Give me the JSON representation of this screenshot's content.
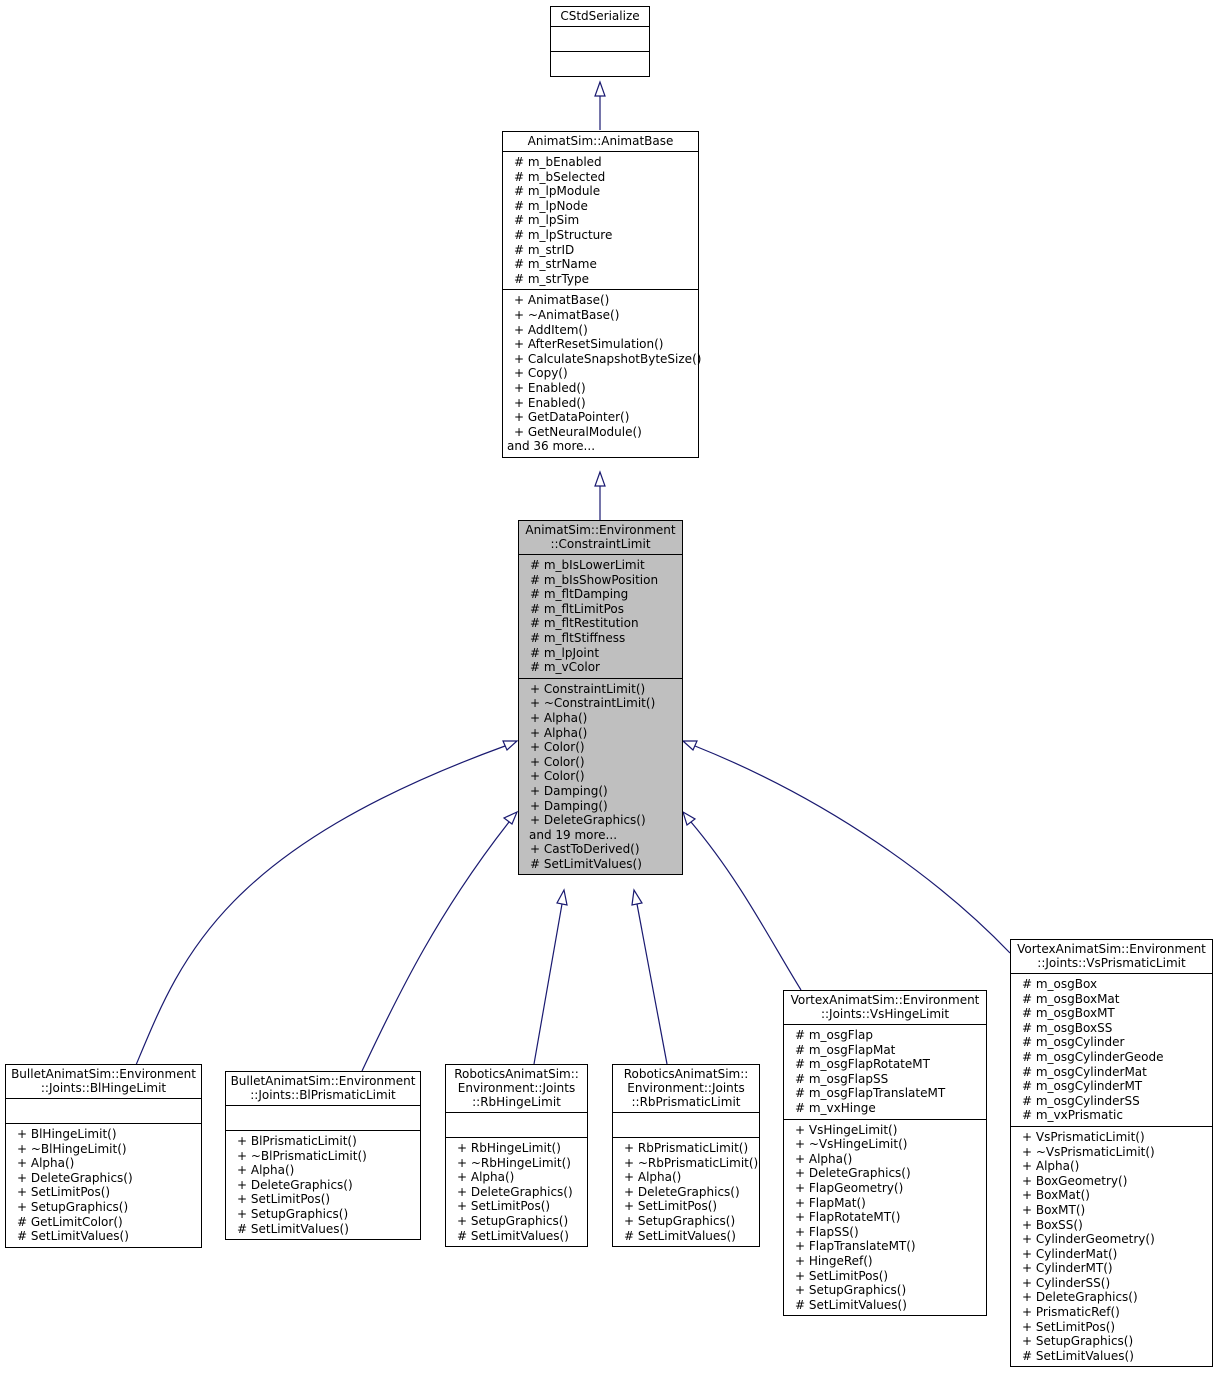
{
  "nodes": [
    {
      "id": "cstd",
      "title": [
        "CStdSerialize"
      ],
      "attributes": [],
      "operations": []
    },
    {
      "id": "animatbase",
      "title": [
        "AnimatSim::AnimatBase"
      ],
      "attributes": [
        "# m_bEnabled",
        "# m_bSelected",
        "# m_lpModule",
        "# m_lpNode",
        "# m_lpSim",
        "# m_lpStructure",
        "# m_strID",
        "# m_strName",
        "# m_strType"
      ],
      "operations": [
        "+ AnimatBase()",
        "+ ~AnimatBase()",
        "+ AddItem()",
        "+ AfterResetSimulation()",
        "+ CalculateSnapshotByteSize()",
        "+ Copy()",
        "+ Enabled()",
        "+ Enabled()",
        "+ GetDataPointer()",
        "+ GetNeuralModule()",
        "and 36 more..."
      ]
    },
    {
      "id": "constraintlimit",
      "title": [
        "AnimatSim::Environment",
        "::ConstraintLimit"
      ],
      "highlight": true,
      "attributes": [
        "# m_bIsLowerLimit",
        "# m_bIsShowPosition",
        "# m_fltDamping",
        "# m_fltLimitPos",
        "# m_fltRestitution",
        "# m_fltStiffness",
        "# m_lpJoint",
        "# m_vColor"
      ],
      "operations": [
        "+ ConstraintLimit()",
        "+ ~ConstraintLimit()",
        "+ Alpha()",
        "+ Alpha()",
        "+ Color()",
        "+ Color()",
        "+ Color()",
        "+ Damping()",
        "+ Damping()",
        "+ DeleteGraphics()",
        "and 19 more...",
        "+ CastToDerived()",
        "# SetLimitValues()"
      ]
    },
    {
      "id": "blhinge",
      "title": [
        "BulletAnimatSim::Environment",
        "::Joints::BlHingeLimit"
      ],
      "attributes": [],
      "operations": [
        "+ BlHingeLimit()",
        "+ ~BlHingeLimit()",
        "+ Alpha()",
        "+ DeleteGraphics()",
        "+ SetLimitPos()",
        "+ SetupGraphics()",
        "# GetLimitColor()",
        "# SetLimitValues()"
      ]
    },
    {
      "id": "blprismatic",
      "title": [
        "BulletAnimatSim::Environment",
        "::Joints::BlPrismaticLimit"
      ],
      "attributes": [],
      "operations": [
        "+ BlPrismaticLimit()",
        "+ ~BlPrismaticLimit()",
        "+ Alpha()",
        "+ DeleteGraphics()",
        "+ SetLimitPos()",
        "+ SetupGraphics()",
        "# SetLimitValues()"
      ]
    },
    {
      "id": "rbhinge",
      "title": [
        "RoboticsAnimatSim::",
        "Environment::Joints",
        "::RbHingeLimit"
      ],
      "attributes": [],
      "operations": [
        "+ RbHingeLimit()",
        "+ ~RbHingeLimit()",
        "+ Alpha()",
        "+ DeleteGraphics()",
        "+ SetLimitPos()",
        "+ SetupGraphics()",
        "# SetLimitValues()"
      ]
    },
    {
      "id": "rbprismatic",
      "title": [
        "RoboticsAnimatSim::",
        "Environment::Joints",
        "::RbPrismaticLimit"
      ],
      "attributes": [],
      "operations": [
        "+ RbPrismaticLimit()",
        "+ ~RbPrismaticLimit()",
        "+ Alpha()",
        "+ DeleteGraphics()",
        "+ SetLimitPos()",
        "+ SetupGraphics()",
        "# SetLimitValues()"
      ]
    },
    {
      "id": "vshinge",
      "title": [
        "VortexAnimatSim::Environment",
        "::Joints::VsHingeLimit"
      ],
      "attributes": [
        "# m_osgFlap",
        "# m_osgFlapMat",
        "# m_osgFlapRotateMT",
        "# m_osgFlapSS",
        "# m_osgFlapTranslateMT",
        "# m_vxHinge"
      ],
      "operations": [
        "+ VsHingeLimit()",
        "+ ~VsHingeLimit()",
        "+ Alpha()",
        "+ DeleteGraphics()",
        "+ FlapGeometry()",
        "+ FlapMat()",
        "+ FlapRotateMT()",
        "+ FlapSS()",
        "+ FlapTranslateMT()",
        "+ HingeRef()",
        "+ SetLimitPos()",
        "+ SetupGraphics()",
        "# SetLimitValues()"
      ]
    },
    {
      "id": "vsprismatic",
      "title": [
        "VortexAnimatSim::Environment",
        "::Joints::VsPrismaticLimit"
      ],
      "attributes": [
        "# m_osgBox",
        "# m_osgBoxMat",
        "# m_osgBoxMT",
        "# m_osgBoxSS",
        "# m_osgCylinder",
        "# m_osgCylinderGeode",
        "# m_osgCylinderMat",
        "# m_osgCylinderMT",
        "# m_osgCylinderSS",
        "# m_vxPrismatic"
      ],
      "operations": [
        "+ VsPrismaticLimit()",
        "+ ~VsPrismaticLimit()",
        "+ Alpha()",
        "+ BoxGeometry()",
        "+ BoxMat()",
        "+ BoxMT()",
        "+ BoxSS()",
        "+ CylinderGeometry()",
        "+ CylinderMat()",
        "+ CylinderMT()",
        "+ CylinderSS()",
        "+ DeleteGraphics()",
        "+ PrismaticRef()",
        "+ SetLimitPos()",
        "+ SetupGraphics()",
        "# SetLimitValues()"
      ]
    }
  ],
  "edges": [
    {
      "from": "animatbase",
      "to": "cstd"
    },
    {
      "from": "constraintlimit",
      "to": "animatbase"
    },
    {
      "from": "blhinge",
      "to": "constraintlimit"
    },
    {
      "from": "blprismatic",
      "to": "constraintlimit"
    },
    {
      "from": "rbhinge",
      "to": "constraintlimit"
    },
    {
      "from": "rbprismatic",
      "to": "constraintlimit"
    },
    {
      "from": "vshinge",
      "to": "constraintlimit"
    },
    {
      "from": "vsprismatic",
      "to": "constraintlimit"
    }
  ],
  "colors": {
    "edge": "#191970",
    "highlight_fill": "#bfbfbf",
    "border": "#000000"
  }
}
